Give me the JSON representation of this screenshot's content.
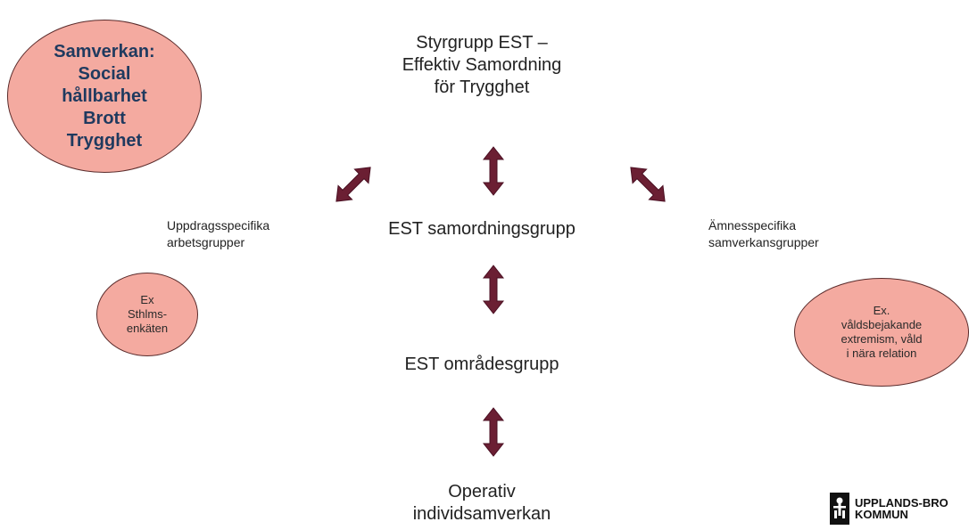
{
  "top_left_bubble": [
    "Samverkan:",
    "Social",
    "hållbarhet",
    "Brott",
    "Trygghet"
  ],
  "steering_group": [
    "Styrgrupp EST –",
    "Effektiv Samordning",
    "för Trygghet"
  ],
  "coordination_group": "EST samordningsgrupp",
  "area_group": "EST områdesgrupp",
  "operative": [
    "Operativ",
    "individsamverkan"
  ],
  "left_label": [
    "Uppdragsspecifika",
    "arbetsgrupper"
  ],
  "left_bubble": [
    "Ex",
    "Sthlms-",
    "enkäten"
  ],
  "right_label": [
    "Ämnesspecifika",
    "samverkansgrupper"
  ],
  "right_bubble": [
    "Ex.",
    "våldsbejakande",
    "extremism, våld",
    "i nära relation"
  ],
  "logo": [
    "UPPLANDS-BRO",
    "KOMMUN"
  ],
  "colors": {
    "bubble_fill": "#f4aaa0",
    "bubble_border": "#5a2b2b",
    "arrow": "#6b1f33",
    "bubble_title": "#1f3a5f"
  }
}
